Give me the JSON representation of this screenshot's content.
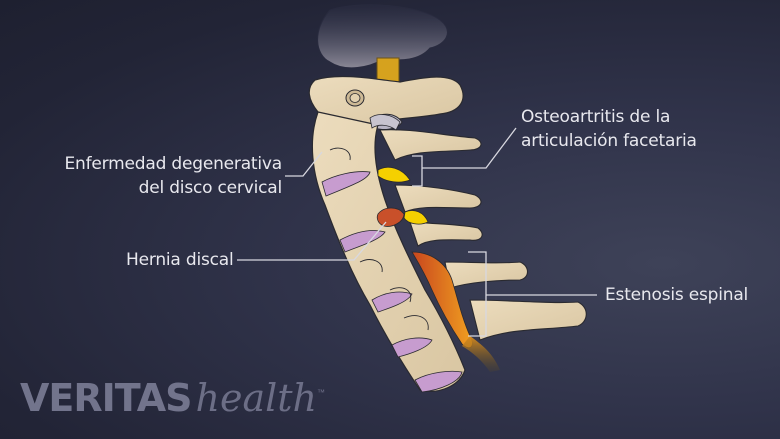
{
  "illustration": {
    "subject": "cervical spine lateral view",
    "colors": {
      "background_dark": "#1e2030",
      "background_light": "#3e4258",
      "bone": "#e6d5b5",
      "bone_shadow": "#c9b48f",
      "disc": "#c79ccf",
      "spinal_cord": "#d6a21e",
      "inflamed_facet": "#f5d000",
      "herniation": "#c9502a",
      "stenosis": "#d8561f",
      "leader_line": "#d8d8e0",
      "label_text": "#e8e8ee",
      "logo": "#72748c"
    }
  },
  "labels": {
    "degenerative_disc_line1": "Enfermedad degenerativa",
    "degenerative_disc_line2": "del disco cervical",
    "facet_oa_line1": "Osteoartritis de la",
    "facet_oa_line2": "articulación facetaria",
    "herniated_disc": "Hernia discal",
    "spinal_stenosis": "Estenosis espinal"
  },
  "logo": {
    "brand": "VERITAS",
    "suffix": "health",
    "trademark": "™"
  }
}
